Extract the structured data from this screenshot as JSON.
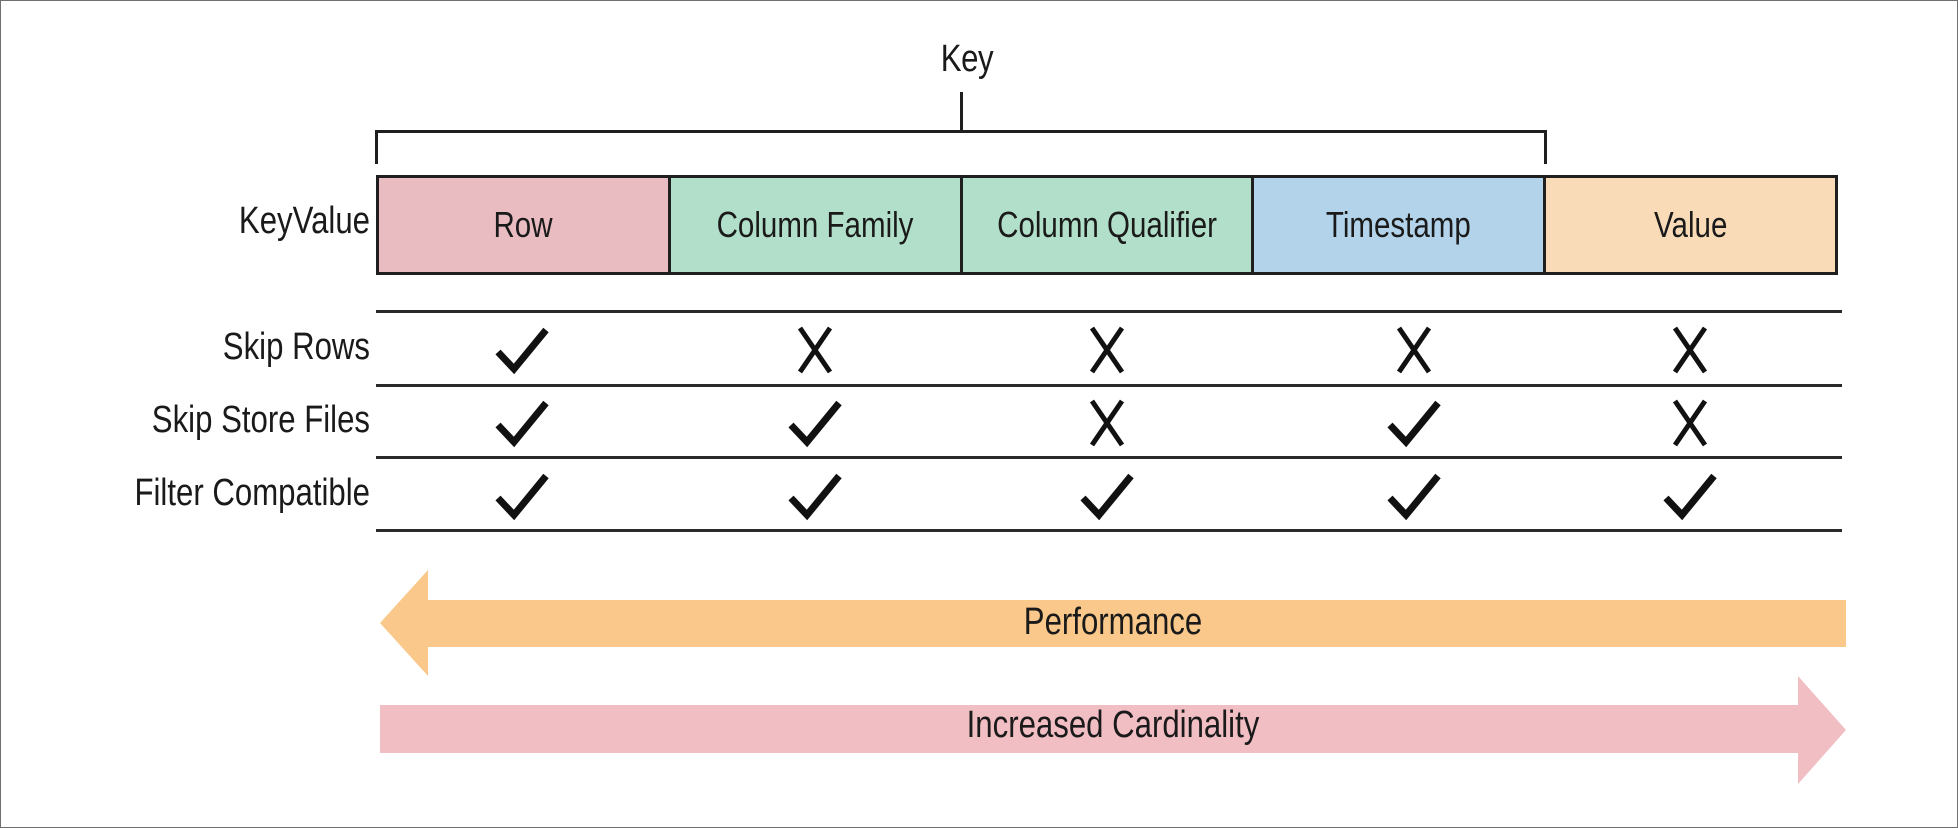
{
  "key_label": "Key",
  "keyvalue_label": "KeyValue",
  "columns": [
    {
      "label": "Row",
      "color": "#e8bcc1"
    },
    {
      "label": "Column Family",
      "color": "#b2dfca"
    },
    {
      "label": "Column Qualifier",
      "color": "#b2dfca"
    },
    {
      "label": "Timestamp",
      "color": "#b2d3ea"
    },
    {
      "label": "Value",
      "color": "#f9dcb7"
    }
  ],
  "rows": [
    {
      "label": "Skip Rows",
      "marks": [
        "check",
        "cross",
        "cross",
        "cross",
        "cross"
      ]
    },
    {
      "label": "Skip Store Files",
      "marks": [
        "check",
        "check",
        "cross",
        "check",
        "cross"
      ]
    },
    {
      "label": "Filter Compatible",
      "marks": [
        "check",
        "check",
        "check",
        "check",
        "check"
      ]
    }
  ],
  "arrows": [
    {
      "label": "Performance",
      "direction": "left",
      "color": "#f9c88a"
    },
    {
      "label": "Increased Cardinality",
      "direction": "right",
      "color": "#f1bec4"
    }
  ]
}
